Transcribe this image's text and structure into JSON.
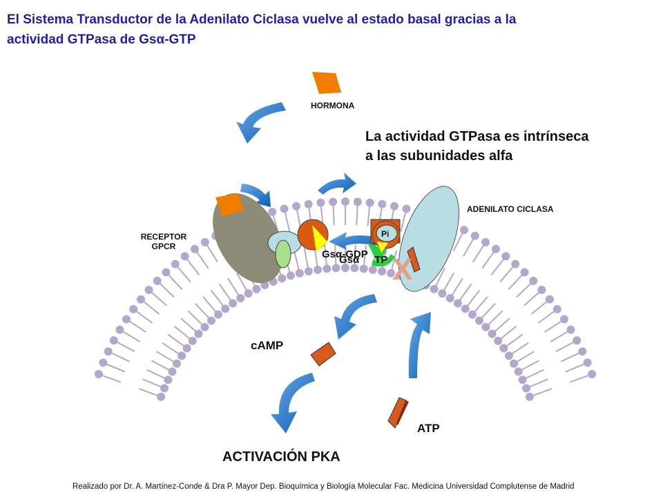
{
  "title": {
    "line1": "El Sistema Transductor de la Adenilato Ciclasa vuelve al estado basal gracias a la",
    "line2_text": "actividad GTPasa de Gs",
    "line2_symbol": "α",
    "line2_tail": "-GTP"
  },
  "labels": {
    "hormona": "HORMONA",
    "receptor_line1": "RECEPTOR",
    "receptor_line2": "GPCR",
    "adenilato": "ADENILATO CICLASA",
    "pi": "Pi",
    "gs_gdp": "Gsα-GDP",
    "gs_gtp_prefix": "Gs",
    "gs_gtp_alpha": "α",
    "gs_gtp_tail": "TP",
    "x_mark": "X",
    "camp": "cAMP",
    "atp": "ATP",
    "pka": "ACTIVACIÓN PKA"
  },
  "note": {
    "line1": "La actividad GTPasa es intrínseca",
    "line2": "a las subunidades alfa"
  },
  "footer": "Realizado por Dr. A. Martínez-Conde  & Dra P. Mayor Dep. Bioquímica y Biología Molecular Fac. Medicina Universidad Complutense de Madrid",
  "colors": {
    "title": "#1f1fa6",
    "hormone": "#f07d00",
    "membrane": "#b3a8cc",
    "receptor": "#8d8a78",
    "cyclase": "#b8dde2",
    "arrow_blue": "#1d72c4",
    "alpha_subunit": "#d95a10",
    "gtp_yellow": "#ffff00",
    "beta_gamma": "#b8dde2",
    "gamma_green": "#a8e08a",
    "x_red": "#e99a8c",
    "camp_atp": "#d95a1e"
  }
}
